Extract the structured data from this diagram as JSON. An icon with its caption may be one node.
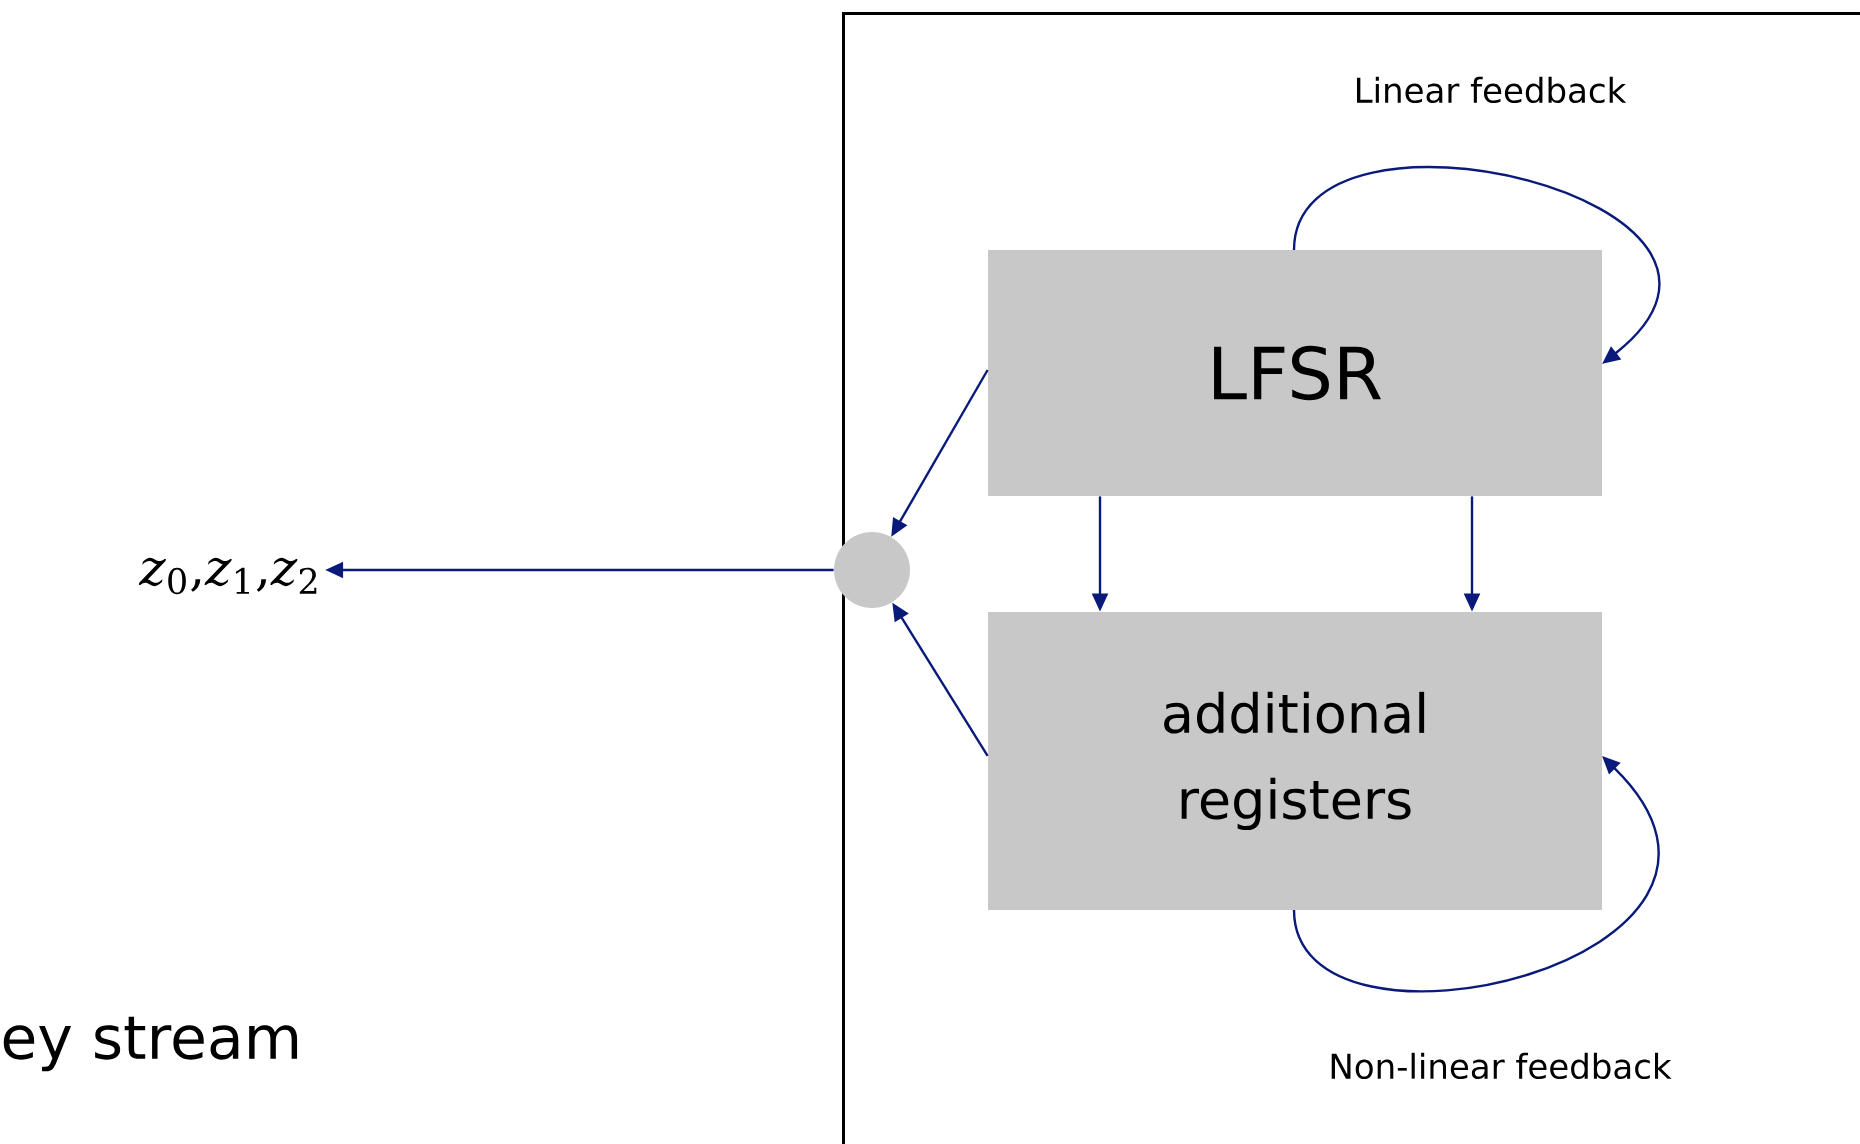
{
  "diagram": {
    "nodes": [
      {
        "text": [],
        "shape": "box"
      },
      {
        "text": [
          "LFSR"
        ],
        "in": 0
      },
      {
        "text": [
          "additional registers"
        ],
        "in": 0
      },
      {
        "text": [],
        "shape": "circle"
      },
      {
        "text": [
          "*z*$_{0}$,*z*$_{1}$,*z*$_{2}$"
        ]
      }
    ],
    "edges": [
      {
        "from": 1,
        "to": 1,
        "arrow": "to",
        "label": "Linear feedback"
      },
      {
        "from": 1,
        "to": 2,
        "arrow": "to"
      },
      {
        "from": 1,
        "to": 2,
        "arrow": "to"
      },
      {
        "from": 2,
        "to": 2,
        "arrow": "to",
        "label": "Non-linear feedback"
      },
      {
        "from": 1,
        "to": 3,
        "arrow": "to"
      },
      {
        "from": 2,
        "to": 3,
        "arrow": "to"
      },
      {
        "from": 3,
        "to": 4,
        "arrow": "to"
      }
    ],
    "labels": [
      "ey stream"
    ]
  }
}
